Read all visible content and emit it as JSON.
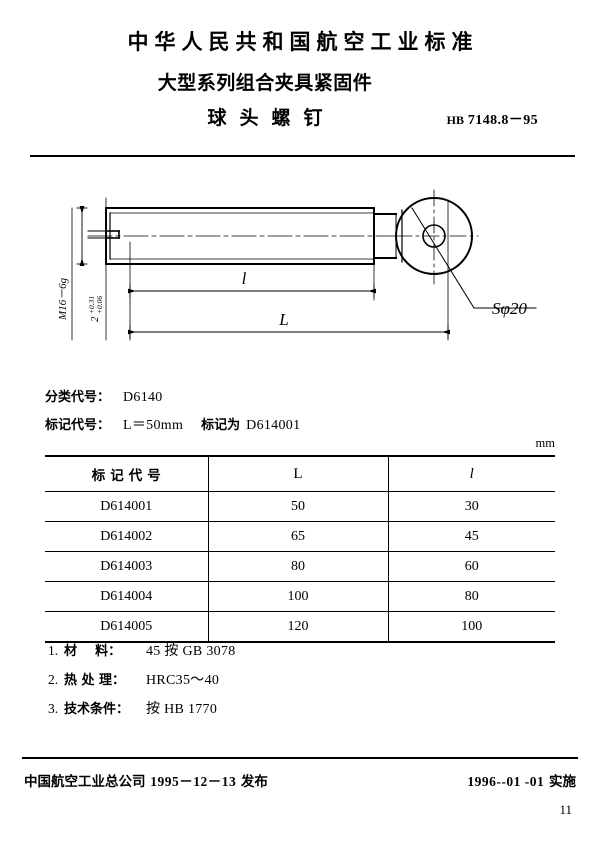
{
  "header": {
    "standard_org": "中华人民共和国航空工业标准"
  },
  "title": {
    "line1": "大型系列组合夹具紧固件",
    "line2": "球头螺钉",
    "std_prefix": "HB",
    "std_number": "7148.8－95"
  },
  "drawing": {
    "thread_label": "M16－6g",
    "slot_width": "2",
    "slot_tol_upper": "+0.31",
    "slot_tol_lower": "+0.06",
    "dim_l": "l",
    "dim_L": "L",
    "ball_label": "Sφ20"
  },
  "codes": {
    "class_label": "分类代号：",
    "class_value": "D6140",
    "mark_label": "标记代号：",
    "mark_value": "L＝50mm",
    "mark_suffix_label": "标记为",
    "mark_suffix_value": "D614001"
  },
  "table": {
    "unit": "mm",
    "headers": [
      "标记代号",
      "L",
      "l"
    ],
    "rows": [
      {
        "code": "D614001",
        "L": "50",
        "l": "30"
      },
      {
        "code": "D614002",
        "L": "65",
        "l": "45"
      },
      {
        "code": "D614003",
        "L": "80",
        "l": "60"
      },
      {
        "code": "D614004",
        "L": "100",
        "l": "80"
      },
      {
        "code": "D614005",
        "L": "120",
        "l": "100"
      }
    ]
  },
  "notes": [
    {
      "num": "1.",
      "label": "材    料：",
      "value": "45 按 GB 3078"
    },
    {
      "num": "2.",
      "label": "热 处 理：",
      "value": "HRC35～40"
    },
    {
      "num": "3.",
      "label": "技术条件：",
      "value": "按 HB 1770"
    }
  ],
  "footer": {
    "issuer": "中国航空工业总公司",
    "issue_date": "1995－12－13",
    "issue_action": "发布",
    "effective_date": "1996--01 -01",
    "effective_action": "实施",
    "page_number": "11"
  }
}
